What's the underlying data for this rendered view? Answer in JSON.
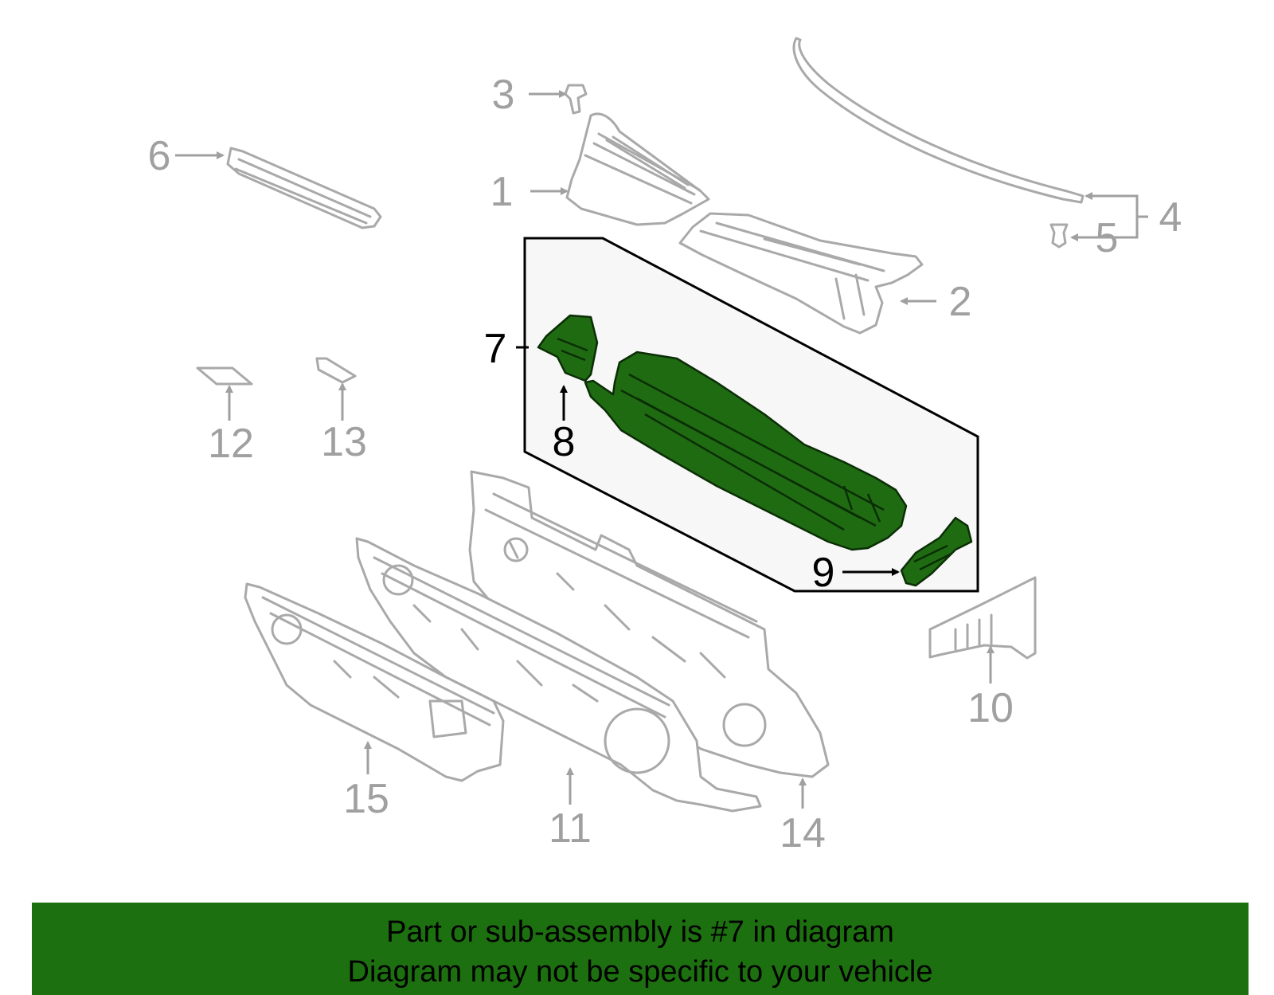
{
  "callouts": {
    "c1": "1",
    "c2": "2",
    "c3": "3",
    "c4": "4",
    "c5": "5",
    "c6": "6",
    "c7": "7",
    "c8": "8",
    "c9": "9",
    "c10": "10",
    "c11": "11",
    "c12": "12",
    "c13": "13",
    "c14": "14",
    "c15": "15"
  },
  "highlighted_part": "7",
  "colors": {
    "highlight_fill": "#1f6b12",
    "banner_background": "#1d700f",
    "unhighlighted_part": "#a9a9a9",
    "inset_background": "#f7f7f7"
  },
  "banner": {
    "line1": "Part or sub-assembly is #7 in diagram",
    "line2": "Diagram may not be specific to your vehicle"
  }
}
